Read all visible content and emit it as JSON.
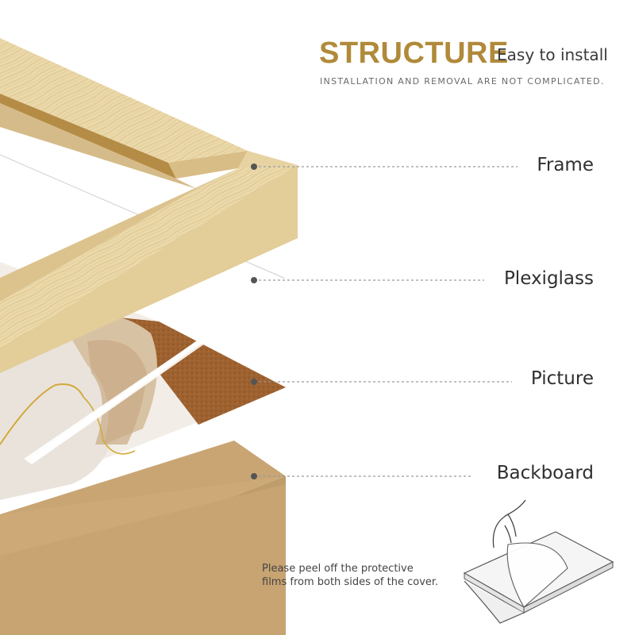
{
  "header": {
    "title": "STRUCTURE",
    "subtitle": "Easy to install",
    "note": "INSTALLATION AND REMOVAL ARE NOT COMPLICATED."
  },
  "layers": [
    {
      "label": "Frame"
    },
    {
      "label": "Plexiglass"
    },
    {
      "label": "Picture"
    },
    {
      "label": "Backboard"
    }
  ],
  "instruction": {
    "line1": "Please peel off the protective",
    "line2": "films from both sides of the cover."
  },
  "colors": {
    "accent": "#b08a3a",
    "frame_wood": "#ead8a8",
    "backboard": "#c9a574",
    "picture_brown": "#9c5f2a"
  }
}
